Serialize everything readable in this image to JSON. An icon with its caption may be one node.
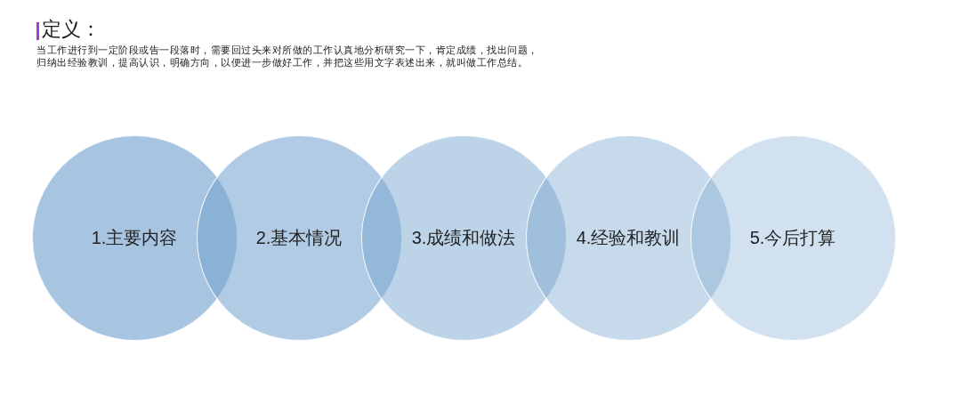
{
  "diagram": {
    "title": "定义：",
    "nodes": [
      {
        "text": [
          "1.主要内容"
        ]
      },
      {
        "text": [
          "2.基本情况"
        ]
      },
      {
        "text": [
          "3.成绩和做法"
        ]
      },
      {
        "text": [
          "4.经验和教训"
        ]
      },
      {
        "text": [
          "5.今后打算"
        ]
      }
    ],
    "labels": [
      "当工作进行到一定阶段或告一段落时，需要回过头来对所做的工作认真地分析研究一下，肯定成绩，找出问题，归纳出经验教训，提高认识，明确方向，以便进一步做好工作，并把这些用文字表述出来，就叫做工作总结。"
    ]
  }
}
